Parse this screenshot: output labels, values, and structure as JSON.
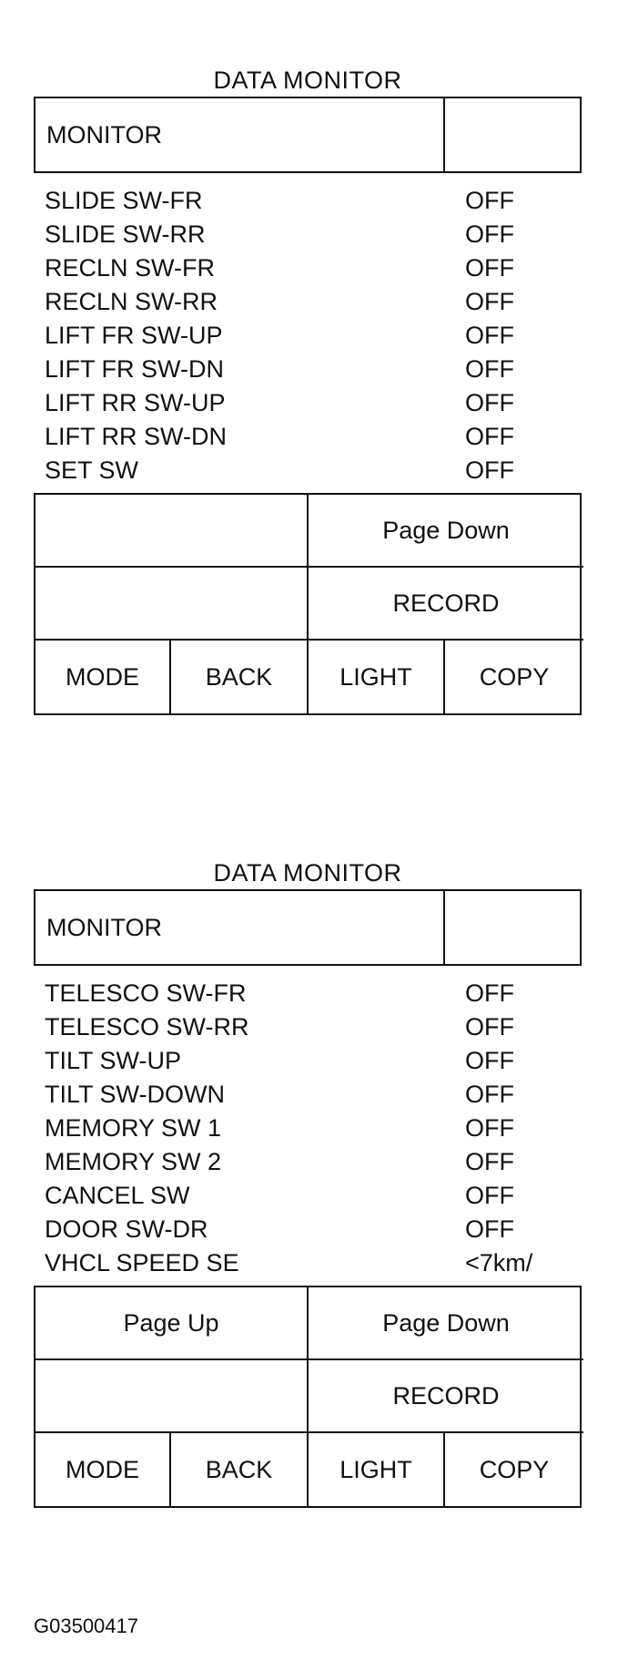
{
  "screens": [
    {
      "title": "DATA MONITOR",
      "header_label": "MONITOR",
      "rows": [
        {
          "name": "SLIDE SW-FR",
          "value": "OFF"
        },
        {
          "name": "SLIDE SW-RR",
          "value": "OFF"
        },
        {
          "name": "RECLN SW-FR",
          "value": "OFF"
        },
        {
          "name": "RECLN SW-RR",
          "value": "OFF"
        },
        {
          "name": "LIFT FR SW-UP",
          "value": "OFF"
        },
        {
          "name": "LIFT FR SW-DN",
          "value": "OFF"
        },
        {
          "name": "LIFT RR SW-UP",
          "value": "OFF"
        },
        {
          "name": "LIFT RR SW-DN",
          "value": "OFF"
        },
        {
          "name": "SET SW",
          "value": "OFF"
        }
      ],
      "buttons": {
        "page_up": "",
        "page_down": "Page Down",
        "record": "RECORD",
        "mode": "MODE",
        "back": "BACK",
        "light": "LIGHT",
        "copy": "COPY"
      }
    },
    {
      "title": "DATA MONITOR",
      "header_label": "MONITOR",
      "rows": [
        {
          "name": "TELESCO SW-FR",
          "value": "OFF"
        },
        {
          "name": "TELESCO SW-RR",
          "value": "OFF"
        },
        {
          "name": "TILT SW-UP",
          "value": "OFF"
        },
        {
          "name": "TILT SW-DOWN",
          "value": "OFF"
        },
        {
          "name": "MEMORY SW 1",
          "value": "OFF"
        },
        {
          "name": "MEMORY SW 2",
          "value": "OFF"
        },
        {
          "name": "CANCEL SW",
          "value": "OFF"
        },
        {
          "name": "DOOR SW-DR",
          "value": "OFF"
        },
        {
          "name": "VHCL SPEED SE",
          "value": "<7km/"
        }
      ],
      "buttons": {
        "page_up": "Page Up",
        "page_down": "Page Down",
        "record": "RECORD",
        "mode": "MODE",
        "back": "BACK",
        "light": "LIGHT",
        "copy": "COPY"
      }
    }
  ],
  "figure_code": "G03500417"
}
